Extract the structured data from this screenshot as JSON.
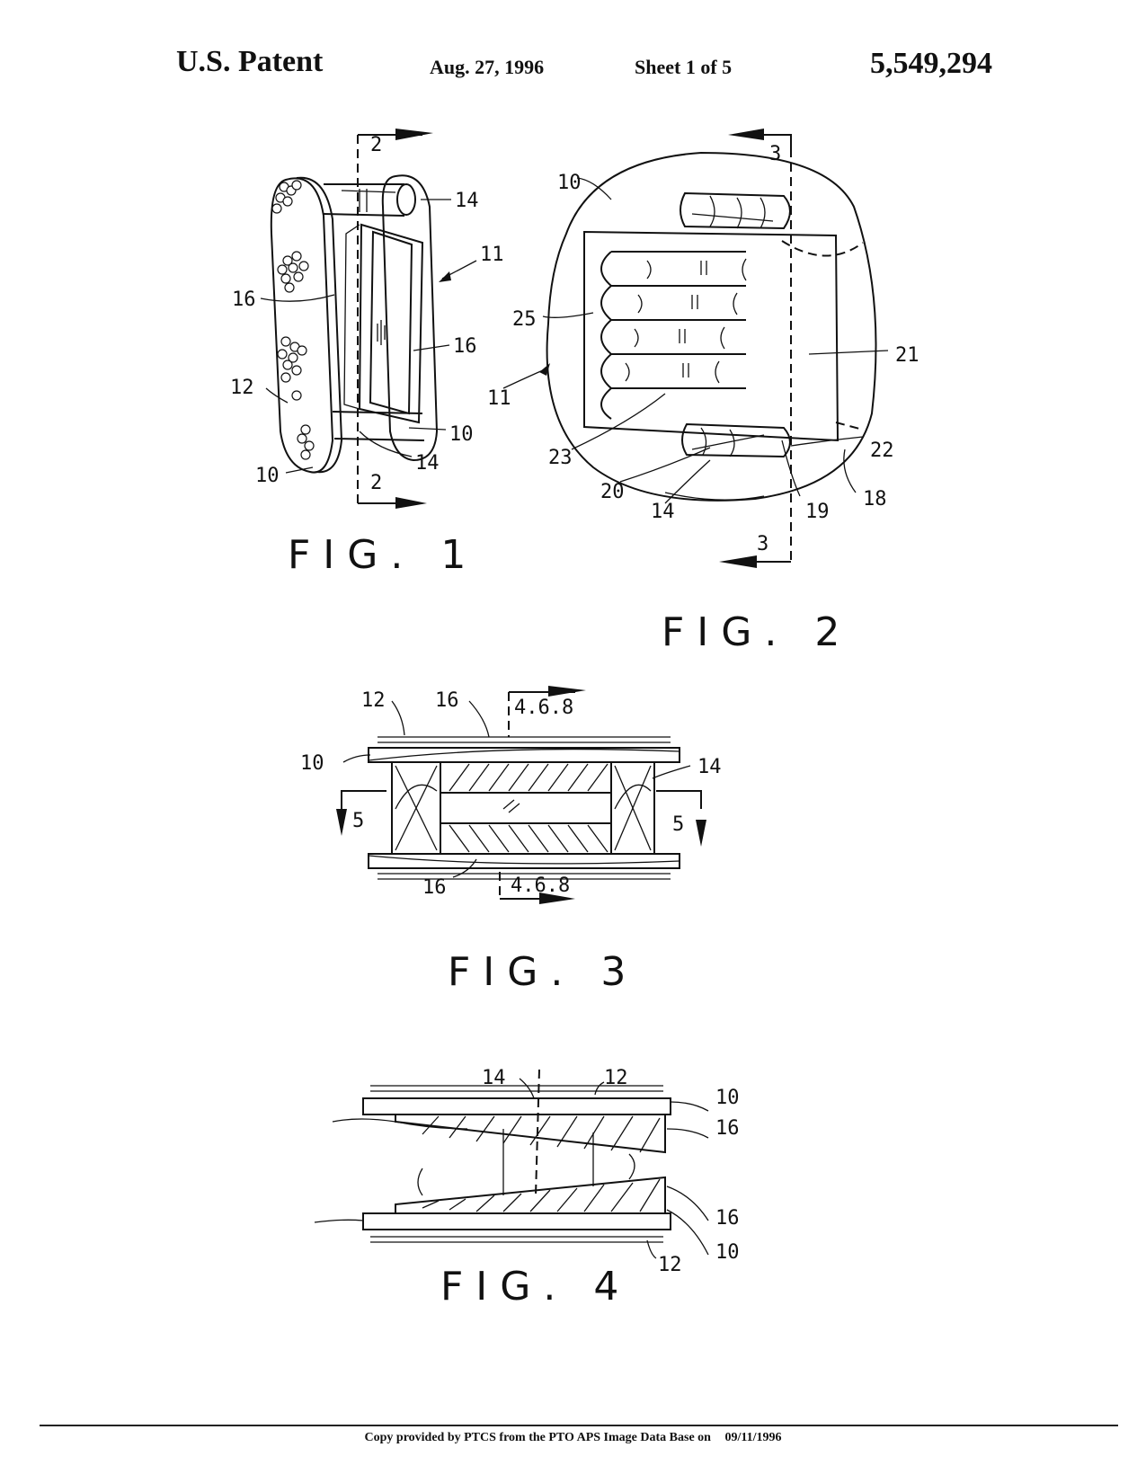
{
  "header": {
    "title": "U.S. Patent",
    "date": "Aug. 27, 1996",
    "sheet": "Sheet 1 of 5",
    "patent_number": "5,549,294"
  },
  "figures": {
    "fig1": {
      "caption": "FIG. 1",
      "labels": [
        "2",
        "2",
        "14",
        "11",
        "16",
        "16",
        "12",
        "10",
        "14",
        "10"
      ]
    },
    "fig2": {
      "caption": "FIG. 2",
      "labels": [
        "3",
        "3",
        "10",
        "25",
        "11",
        "21",
        "23",
        "20",
        "14",
        "22",
        "19",
        "18"
      ]
    },
    "fig3": {
      "caption": "FIG. 3",
      "labels": [
        "12",
        "16",
        "4.6.8",
        "10",
        "14",
        "5",
        "5",
        "16",
        "4.6.8"
      ]
    },
    "fig4": {
      "caption": "FIG. 4",
      "labels": [
        "14",
        "12",
        "10",
        "16",
        "16",
        "10",
        "12"
      ]
    }
  },
  "footer": {
    "text": "Copy provided by PTCS from the PTO APS Image Data Base on",
    "date": "09/11/1996"
  }
}
